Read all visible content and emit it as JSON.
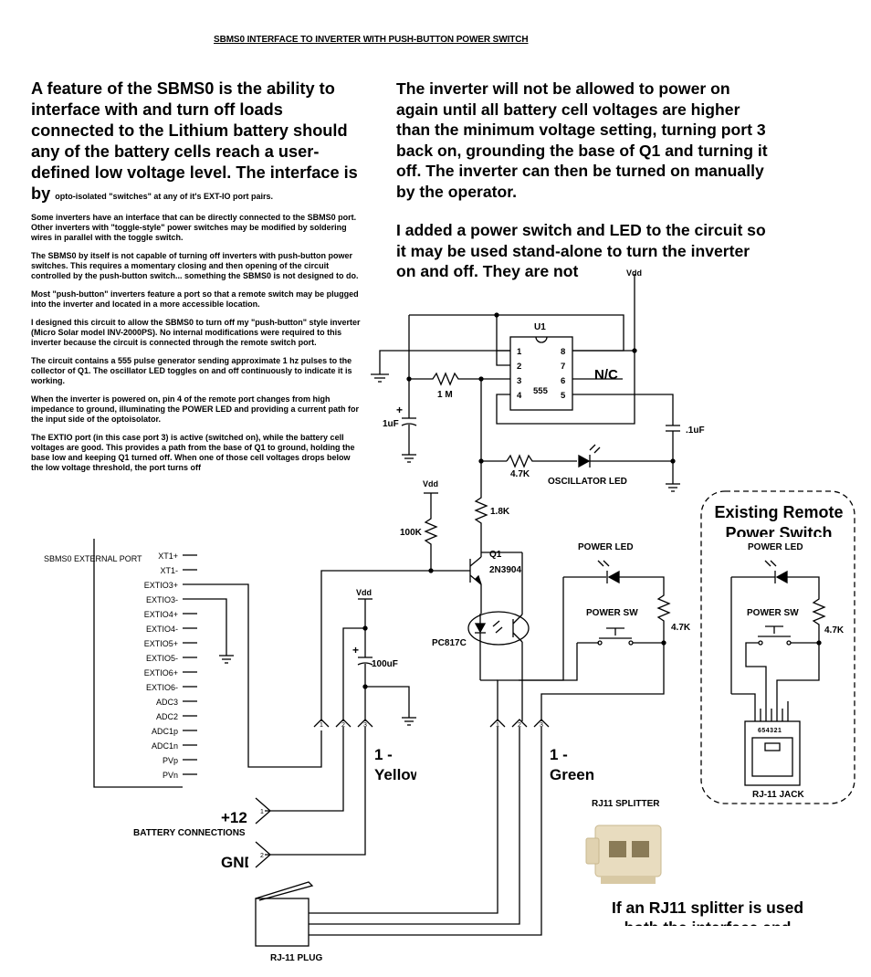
{
  "title": "SBMS0 INTERFACE TO INVERTER WITH PUSH-BUTTON POWER SWITCH",
  "left_text": {
    "intro_large": "A feature of the SBMS0 is the ability to interface with and turn off loads connected to the Lithium battery should any of the battery cells reach a user-defined low voltage level. The interface is by",
    "intro_small": "opto-isolated \"switches\" at any of it's EXT-IO port pairs.",
    "p1": "Some inverters have an interface that can be directly connected to the SBMS0 port. Other inverters with \"toggle-style\" power switches may be modified by soldering wires in parallel with the toggle switch.",
    "p2": "The SBMS0 by itself is not capable of turning off inverters with push-button power switches. This requires a momentary closing and then opening of the circuit controlled by the push-button switch... something the SBMS0 is not designed to do.",
    "p3": "Most \"push-button\" inverters feature a port so that a remote switch may be plugged into the inverter and located in a more accessible location.",
    "p4": "I designed this circuit to allow the SBMS0 to turn off my \"push-button\" style inverter (Micro Solar model INV-2000PS). No internal modifications were required to this inverter because the circuit is connected through the remote switch port.",
    "p5": "The circuit contains a 555 pulse generator sending approximate 1 hz pulses to the collector of Q1. The oscillator LED toggles on and off continuously to indicate it is working.",
    "p6": "When the inverter is powered on, pin 4 of the remote port changes from high impedance to ground, illuminating the POWER LED and providing a current path for the input side of the optoisolator.",
    "p7": "The EXTIO port (in this case port 3) is active (switched on), while the battery cell voltages are good. This provides a path from the base of Q1 to ground, holding the base low and keeping Q1 turned off.  When one of those cell voltages drops below the low voltage threshold, the port turns off"
  },
  "right_text": {
    "p1": "The inverter will not be allowed to power on again until all battery cell voltages are higher than the minimum voltage setting, turning port 3 back on, grounding the base of Q1 and turning it off. The inverter can then be turned on manually by the operator.",
    "p2": "I added a power switch and LED to the circuit so it may be used stand-alone to turn the inverter on and off. They are not"
  },
  "schematic": {
    "u1": "U1",
    "u1_part": "555",
    "u1_pins_left": [
      "1",
      "2",
      "3",
      "4"
    ],
    "u1_pins_right": [
      "8",
      "7",
      "6",
      "5"
    ],
    "nc": "N/C",
    "vdd": "Vdd",
    "r_1m": "1 M",
    "c_1uf": "1uF",
    "c_01uf": ".1uF",
    "r_47k_osc": "4.7K",
    "osc_led": "OSCILLATOR LED",
    "r_18k": "1.8K",
    "r_100k": "100K",
    "q1": "Q1",
    "q1_part": "2N3904",
    "opto": "PC817C",
    "c_100uf": "100uF",
    "power_led": "POWER LED",
    "power_sw": "POWER SW",
    "r_47k_pwr": "4.7K",
    "sbms_port_label": "SBMS0 EXTERNAL PORT",
    "sbms_pins": [
      "XT1+",
      "XT1-",
      "EXTIO3+",
      "EXTIO3-",
      "EXTIO4+",
      "EXTIO4-",
      "EXTIO5+",
      "EXTIO5-",
      "EXTIO6+",
      "EXTIO6-",
      "ADC3",
      "ADC2",
      "ADC1p",
      "ADC1n",
      "PVp",
      "PVn"
    ],
    "conn_pins": [
      "1",
      "2",
      "3"
    ],
    "yellow_label_1": "1 -",
    "yellow_label_2": "Yellow",
    "green_label_1": "1 -",
    "green_label_2": "Green",
    "plus12": "+12",
    "gnd": "GND",
    "battery_connections": "BATTERY CONNECTIONS",
    "battery_pins": [
      "1",
      "2"
    ],
    "rj11_plug": "RJ-11 PLUG",
    "rj11_splitter": "RJ11 SPLITTER",
    "splitter_note_1": "If an RJ11 splitter is used",
    "splitter_note_2": "both the interface and",
    "remote_title_1": "Existing Remote",
    "remote_title_2": "Power Switch",
    "remote_power_led": "POWER LED",
    "remote_power_sw": "POWER SW",
    "remote_r": "4.7K",
    "jack_pins": "654321",
    "rj11_jack": "RJ-11 JACK"
  }
}
